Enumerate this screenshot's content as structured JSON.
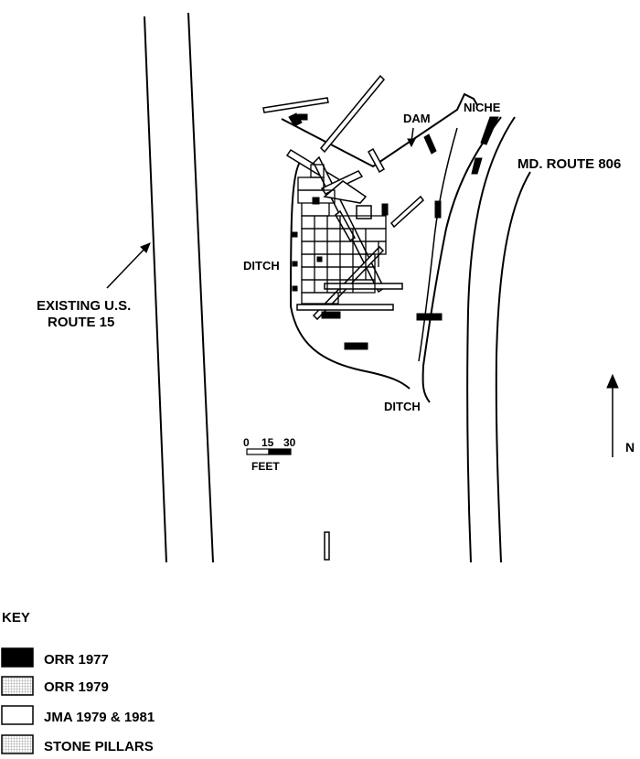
{
  "labels": {
    "existing_us_route_line1": "EXISTING U.S.",
    "existing_us_route_line2": "ROUTE 15",
    "md_route": "MD. ROUTE 806",
    "dam": "DAM",
    "niche": "NICHE",
    "ditch_west": "DITCH",
    "ditch_south": "DITCH",
    "north": "N"
  },
  "scale_bar": {
    "ticks": [
      "0",
      "15",
      "30"
    ],
    "unit": "FEET"
  },
  "key": {
    "title": "KEY",
    "items": [
      {
        "label": "ORR 1977",
        "swatch": "solid-black"
      },
      {
        "label": "ORR 1979",
        "swatch": "fine-grid"
      },
      {
        "label": "JMA 1979 & 1981",
        "swatch": "white"
      },
      {
        "label": "STONE PILLARS",
        "swatch": "fine-grid"
      }
    ]
  },
  "colors": {
    "ink": "#000000",
    "paper": "#ffffff"
  }
}
